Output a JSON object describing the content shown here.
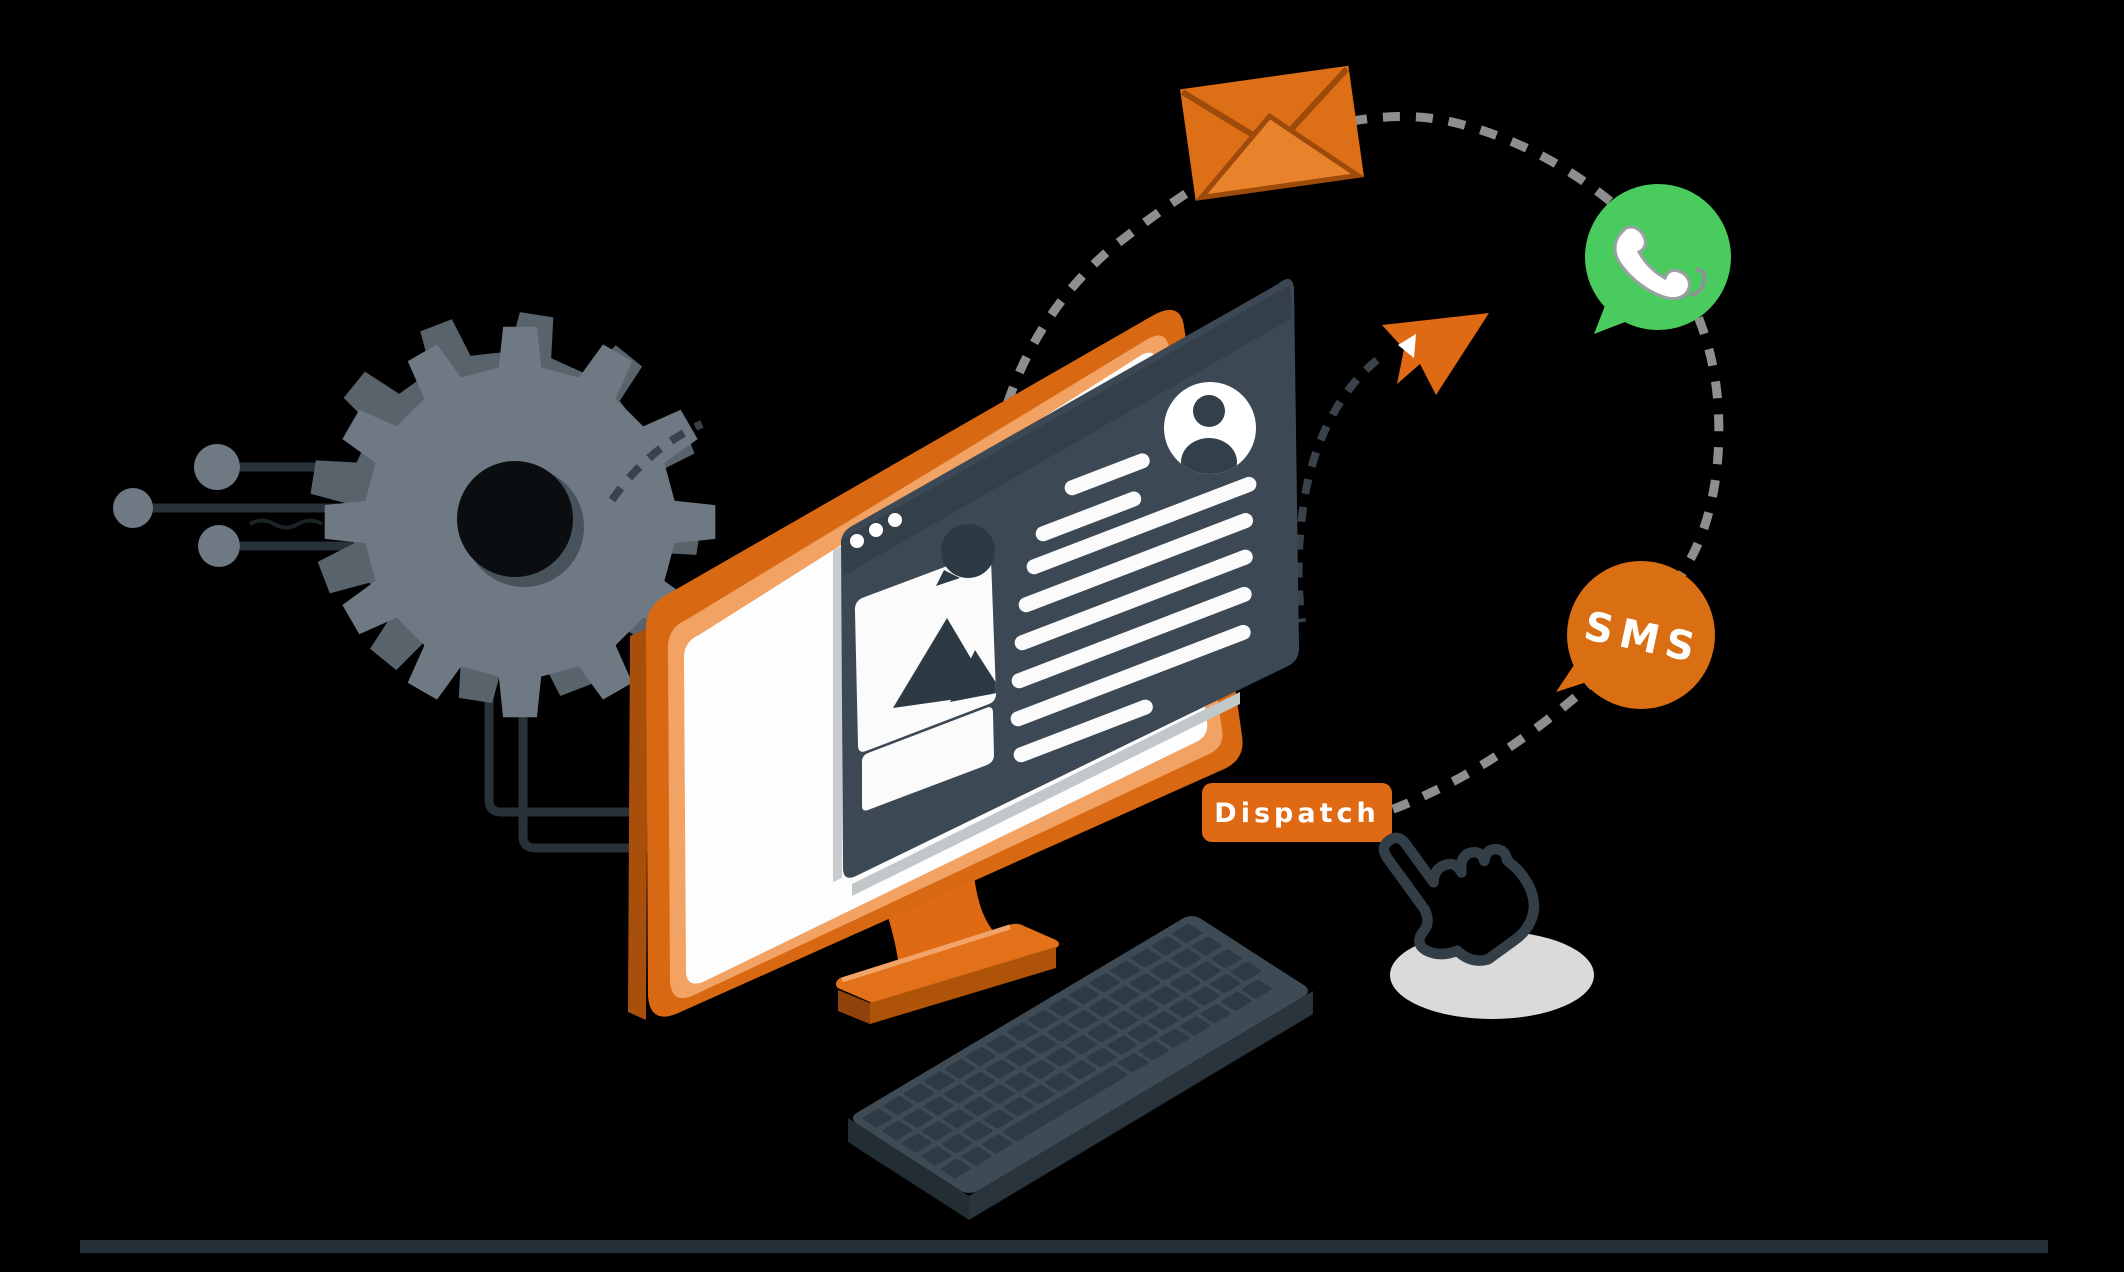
{
  "illustration": {
    "name": "message-dispatch-automation-illustration",
    "background": "#000000",
    "labels": {
      "sms_badge": "SMS",
      "dispatch_button": "Dispatch"
    },
    "palette": {
      "background": "#000000",
      "orange": "#E06A13",
      "orange_dark": "#A94F0C",
      "orange_light": "#F2A263",
      "slate": "#3C4954",
      "slate_dark": "#263238",
      "gray": "#6E7983",
      "gray_shadow": "#59636B",
      "green": "#4ACB5E",
      "white": "#FFFFFF",
      "dash_gray": "#8E8E8E",
      "cloud": "#DADADA",
      "baseline": "#263038"
    },
    "icons": [
      "gear-icon",
      "circuit-nodes-icon",
      "monitor",
      "monitor-stand",
      "browser-window",
      "window-dots-icon",
      "image-placeholder-icon",
      "mountains-icon",
      "avatar-icon",
      "envelope-icon",
      "paper-plane-icon",
      "whatsapp-phone-icon",
      "sms-bubble",
      "dispatch-button",
      "hand-cursor-icon",
      "keyboard",
      "dashed-orbit",
      "baseline"
    ]
  }
}
